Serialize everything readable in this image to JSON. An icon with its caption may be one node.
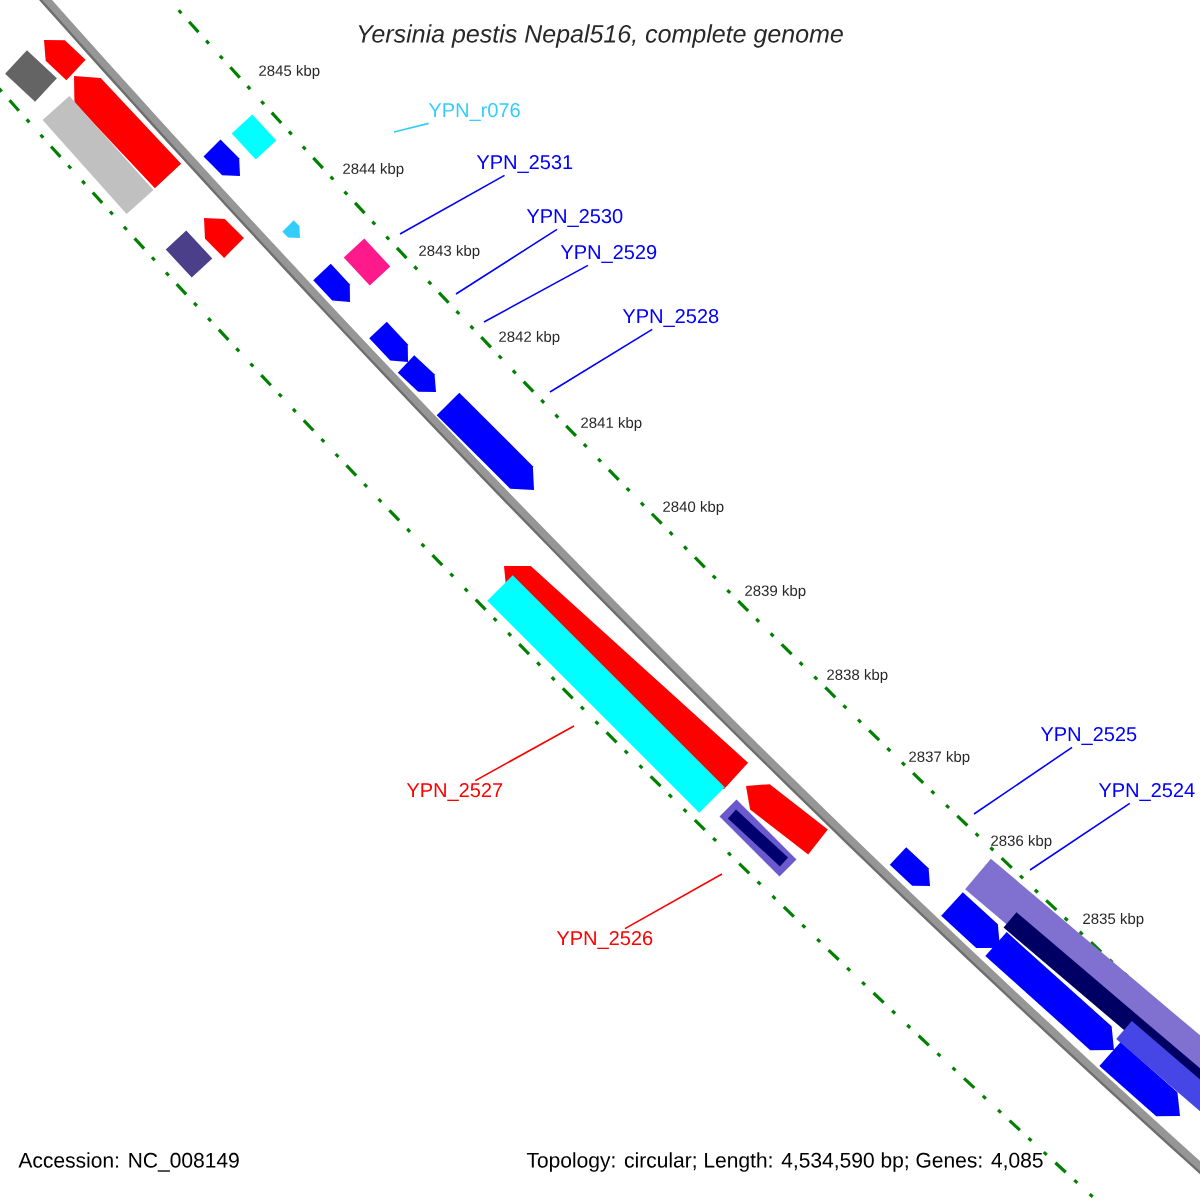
{
  "diagram": {
    "title": "Yersinia pestis Nepal516, complete genome",
    "nodes": [
      {
        "text": [
          "YPN_r076"
        ]
      },
      {
        "text": [
          "YPN_2531"
        ]
      },
      {
        "text": [
          "YPN_2530"
        ]
      },
      {
        "text": [
          "YPN_2529"
        ]
      },
      {
        "text": [
          "YPN_2528"
        ]
      },
      {
        "text": [
          "YPN_2527"
        ]
      },
      {
        "text": [
          "YPN_2526"
        ]
      },
      {
        "text": [
          "YPN_2525"
        ]
      },
      {
        "text": [
          "YPN_2524"
        ]
      }
    ],
    "edges": [
      {
        "from": 0,
        "to": null,
        "arrow": "none",
        "color": "#33ccff"
      },
      {
        "from": 1,
        "to": null,
        "arrow": "none"
      },
      {
        "from": 2,
        "to": null,
        "arrow": "none"
      },
      {
        "from": 3,
        "to": null,
        "arrow": "none"
      },
      {
        "from": 4,
        "to": null,
        "arrow": "none"
      },
      {
        "from": 5,
        "to": null,
        "arrow": "none",
        "color": "#ff0000"
      },
      {
        "from": 6,
        "to": null,
        "arrow": "none",
        "color": "#ff0000"
      },
      {
        "from": 7,
        "to": null,
        "arrow": "none"
      },
      {
        "from": 8,
        "to": null,
        "arrow": "none"
      }
    ],
    "labels": [
      "2845 kbp",
      "2844 kbp",
      "2843 kbp",
      "2842 kbp",
      "2841 kbp",
      "2840 kbp",
      "2839 kbp",
      "2838 kbp",
      "2837 kbp",
      "2836 kbp",
      "2835 kbp",
      "Accession: NC_008149",
      "Topology: circular; Length: 4,534,590 bp; Genes: 4,085"
    ]
  }
}
